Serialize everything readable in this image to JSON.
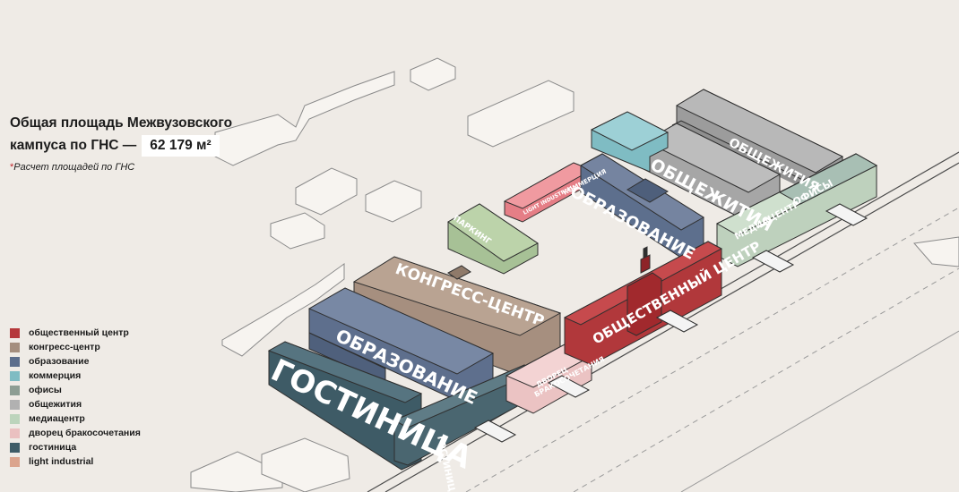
{
  "header": {
    "title_line1": "Общая площадь Межвузовского",
    "title_line2": "кампуса по ГНС —",
    "total_area": "62 179 м²",
    "note": "Расчет площадей по ГНС",
    "note_mark": "*"
  },
  "legend": [
    {
      "key": "public",
      "label": "общественный центр",
      "color": "#b5383b"
    },
    {
      "key": "congress",
      "label": "конгресс-центр",
      "color": "#a48e7e"
    },
    {
      "key": "education",
      "label": "образование",
      "color": "#5c6e8c"
    },
    {
      "key": "commerce",
      "label": "коммерция",
      "color": "#7fbcc3"
    },
    {
      "key": "offices",
      "label": "офисы",
      "color": "#8d9e94"
    },
    {
      "key": "dorms",
      "label": "общежития",
      "color": "#b1b1b1"
    },
    {
      "key": "media",
      "label": "медиацентр",
      "color": "#bcd4bc"
    },
    {
      "key": "wedding",
      "label": "дворец бракосочетания",
      "color": "#eac0c0"
    },
    {
      "key": "hotel",
      "label": "гостиница",
      "color": "#3f5c67"
    },
    {
      "key": "light",
      "label": "light industrial",
      "color": "#dba48d"
    }
  ],
  "labels": {
    "hotel": "ГОСТИНИЦА",
    "hotel_small": "ГОСТИНИЦА",
    "education_west": "ОБРАЗОВАНИЕ",
    "congress": "КОНГРЕСС-ЦЕНТР",
    "park": "ПАРКИНГ",
    "light_industrial": "LIGHT INDUSTRIAL",
    "commerce_north": "КОММЕРЦИЯ",
    "education_north": "ОБРАЗОВАНИЕ",
    "dorm_1": "ОБЩЕЖИТИЯ",
    "dorm_2": "ОБЩЕЖИТИЯ",
    "public_center": "ОБЩЕСТВЕННЫЙ ЦЕНТР",
    "wedding_1": "ДВОРЕЦ",
    "wedding_2": "БРАКОСОЧЕТАНИЯ",
    "media": "МЕДИАЦЕНТР",
    "offices": "ОФИСЫ"
  }
}
